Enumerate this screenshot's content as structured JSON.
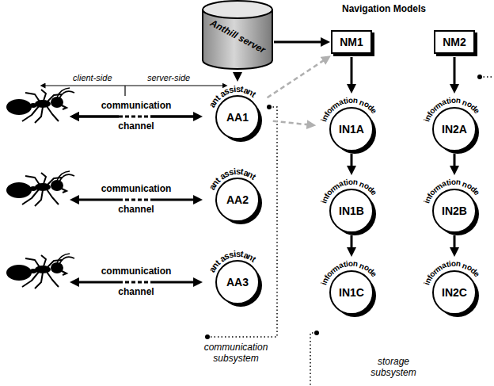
{
  "diagram": {
    "nodes": [
      {
        "text": [
          "Anthill server"
        ]
      },
      {
        "text": [
          "NM1"
        ]
      },
      {
        "text": [
          "NM2"
        ]
      },
      {
        "text": [
          "ant assistant",
          "AA1"
        ]
      },
      {
        "text": [
          "information node",
          "IN1A"
        ]
      },
      {
        "text": [
          "information node",
          "IN2A"
        ]
      },
      {
        "text": [
          "ant assistant",
          "AA2"
        ]
      },
      {
        "text": [
          "information node",
          "IN1B"
        ]
      },
      {
        "text": [
          "information node",
          "IN2B"
        ]
      },
      {
        "text": [
          "ant assistant",
          "AA3"
        ]
      },
      {
        "text": [
          "information node",
          "IN1C"
        ]
      },
      {
        "text": [
          "information node",
          "IN2C"
        ]
      }
    ],
    "edges": [
      {
        "from": 0,
        "to": 1,
        "arrow": "to"
      },
      {
        "from": 0,
        "to": 3,
        "arrow": "to"
      },
      {
        "from": 1,
        "to": 4,
        "arrow": "to"
      },
      {
        "from": 4,
        "to": 7,
        "arrow": "to"
      },
      {
        "from": 7,
        "to": 10,
        "arrow": "to"
      },
      {
        "from": 2,
        "to": 5,
        "arrow": "to"
      },
      {
        "from": 5,
        "to": 8,
        "arrow": "to"
      },
      {
        "from": 8,
        "to": 11,
        "arrow": "to"
      },
      {
        "from": 3,
        "to": 1,
        "arrow": "to"
      },
      {
        "from": 3,
        "to": 4,
        "arrow": "to"
      }
    ],
    "labels": [
      "Navigation Models",
      "client-side",
      "server-side",
      "communication",
      "channel",
      "communication",
      "channel",
      "communication",
      "channel",
      "communication subsystem",
      "storage subsystem"
    ]
  }
}
